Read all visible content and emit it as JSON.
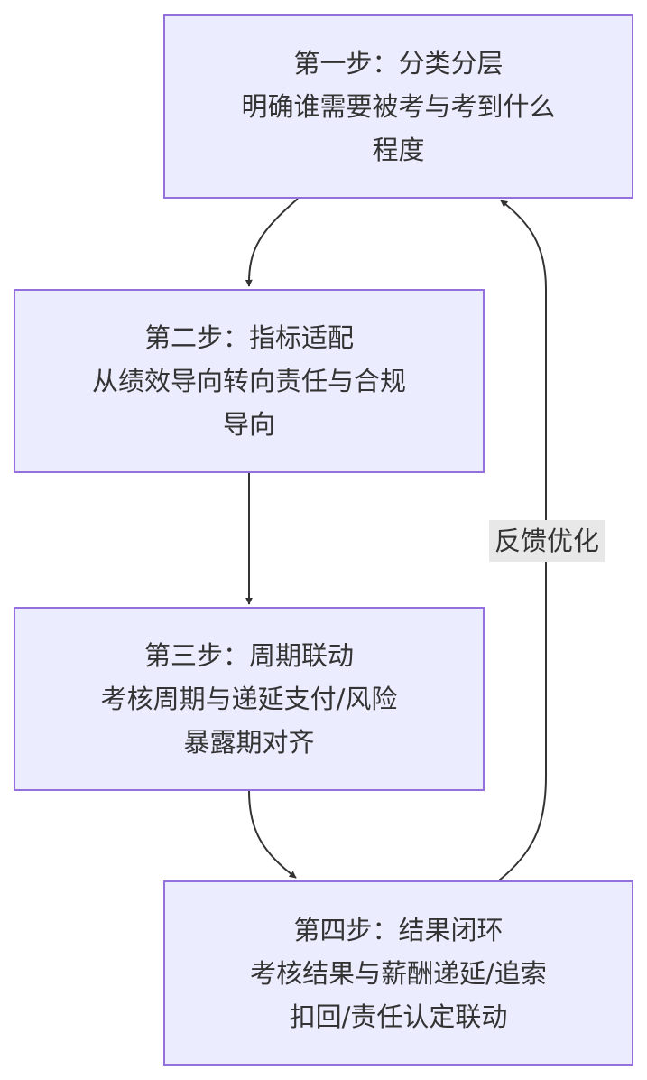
{
  "nodes": [
    {
      "lines": [
        "第一步：分类分层",
        "明确谁需要被考与考到什么",
        "程度"
      ]
    },
    {
      "lines": [
        "第二步：指标适配",
        "从绩效导向转向责任与合规",
        "导向"
      ]
    },
    {
      "lines": [
        "第三步：周期联动",
        "考核周期与递延支付/风险",
        "暴露期对齐"
      ]
    },
    {
      "lines": [
        "第四步：结果闭环",
        "考核结果与薪酬递延/追索",
        "扣回/责任认定联动"
      ]
    }
  ],
  "edges": [
    {
      "from": 1,
      "to": 2,
      "label": ""
    },
    {
      "from": 2,
      "to": 3,
      "label": ""
    },
    {
      "from": 3,
      "to": 4,
      "label": ""
    },
    {
      "from": 4,
      "to": 1,
      "label": "反馈优化"
    }
  ],
  "colors": {
    "node_fill": "#ececff",
    "node_border": "#9370db",
    "edge": "#333333",
    "label_bg": "#e8e8e8"
  }
}
